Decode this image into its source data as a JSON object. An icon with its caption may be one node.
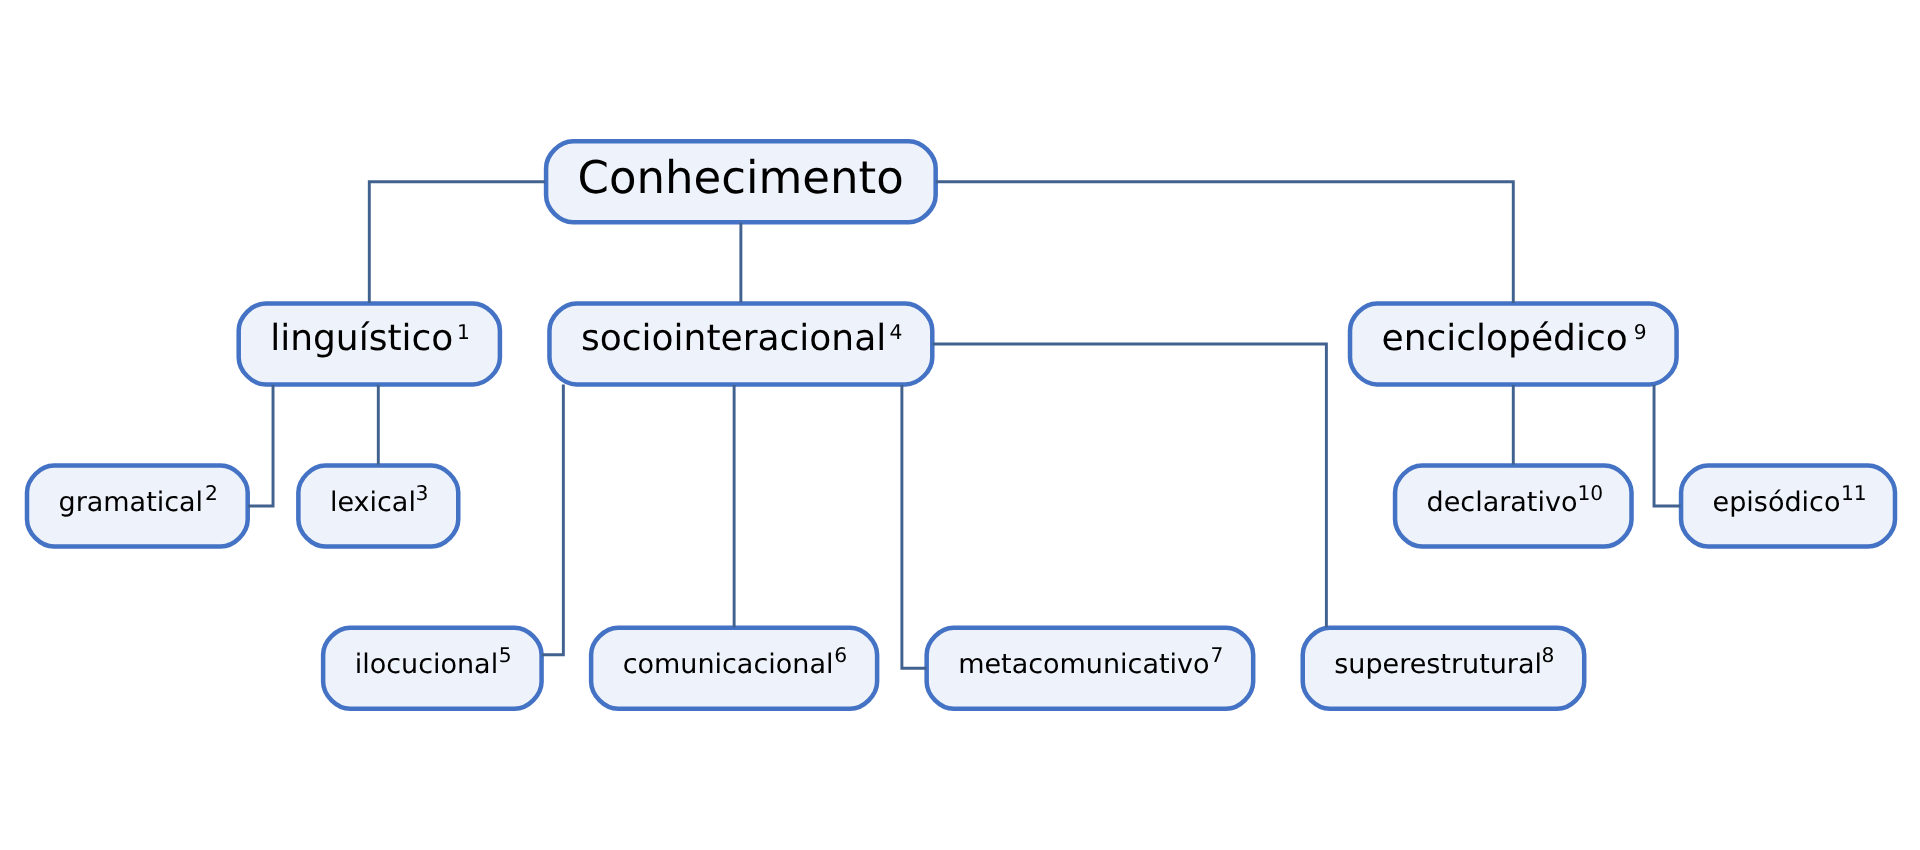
{
  "diagram": {
    "nodes": [
      {
        "text": [
          "Conhecimento"
        ]
      },
      {
        "text": [
          "linguístico$^{1}$"
        ]
      },
      {
        "text": [
          "sociointeracional$^{4}$"
        ]
      },
      {
        "text": [
          "enciclopédico$^{9}$"
        ]
      },
      {
        "text": [
          "gramatical$^{2}$"
        ]
      },
      {
        "text": [
          "lexical$^{3}$"
        ]
      },
      {
        "text": [
          "ilocucional$^{5}$"
        ]
      },
      {
        "text": [
          "comunicacional$^{6}$"
        ]
      },
      {
        "text": [
          "metacomunicativo$^{7}$"
        ]
      },
      {
        "text": [
          "superestrutural$^{8}$"
        ]
      },
      {
        "text": [
          "declarativo$^{10}$"
        ]
      },
      {
        "text": [
          "episódico$^{11}$"
        ]
      }
    ],
    "edges": [
      {
        "from": 0,
        "to": 1,
        "arrow": "none"
      },
      {
        "from": 0,
        "to": 2,
        "arrow": "none"
      },
      {
        "from": 0,
        "to": 3,
        "arrow": "none"
      },
      {
        "from": 1,
        "to": 4,
        "arrow": "none"
      },
      {
        "from": 1,
        "to": 5,
        "arrow": "none"
      },
      {
        "from": 2,
        "to": 6,
        "arrow": "none"
      },
      {
        "from": 2,
        "to": 7,
        "arrow": "none"
      },
      {
        "from": 2,
        "to": 8,
        "arrow": "none"
      },
      {
        "from": 2,
        "to": 9,
        "arrow": "none"
      },
      {
        "from": 3,
        "to": 10,
        "arrow": "none"
      },
      {
        "from": 3,
        "to": 11,
        "arrow": "none"
      }
    ]
  }
}
